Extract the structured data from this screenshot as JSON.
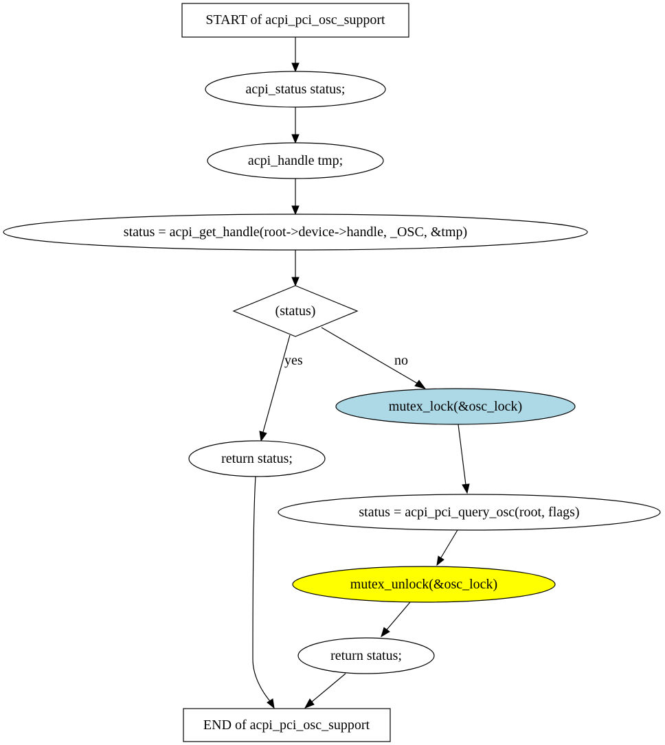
{
  "colors": {
    "background": "#ffffff",
    "stroke": "#000000",
    "default_fill": "#ffffff",
    "lock_fill": "#add8e6",
    "unlock_fill": "#ffff00"
  },
  "nodes": {
    "start": {
      "label": "START of acpi_pci_osc_support",
      "shape": "box"
    },
    "decl_status": {
      "label": "acpi_status status;",
      "shape": "ellipse"
    },
    "decl_tmp": {
      "label": "acpi_handle tmp;",
      "shape": "ellipse"
    },
    "get_handle": {
      "label": "status = acpi_get_handle(root->device->handle, _OSC, &tmp)",
      "shape": "ellipse"
    },
    "cond": {
      "label": "(status)",
      "shape": "diamond"
    },
    "return_early": {
      "label": "return status;",
      "shape": "ellipse"
    },
    "lock": {
      "label": "mutex_lock(&osc_lock)",
      "shape": "ellipse",
      "fill": "#add8e6"
    },
    "query": {
      "label": "status = acpi_pci_query_osc(root, flags)",
      "shape": "ellipse"
    },
    "unlock": {
      "label": "mutex_unlock(&osc_lock)",
      "shape": "ellipse",
      "fill": "#ffff00"
    },
    "return_final": {
      "label": "return status;",
      "shape": "ellipse"
    },
    "end": {
      "label": "END of acpi_pci_osc_support",
      "shape": "box"
    }
  },
  "edges": [
    {
      "from": "start",
      "to": "decl_status",
      "label": ""
    },
    {
      "from": "decl_status",
      "to": "decl_tmp",
      "label": ""
    },
    {
      "from": "decl_tmp",
      "to": "get_handle",
      "label": ""
    },
    {
      "from": "get_handle",
      "to": "cond",
      "label": ""
    },
    {
      "from": "cond",
      "to": "return_early",
      "label": "yes"
    },
    {
      "from": "cond",
      "to": "lock",
      "label": "no"
    },
    {
      "from": "lock",
      "to": "query",
      "label": ""
    },
    {
      "from": "query",
      "to": "unlock",
      "label": ""
    },
    {
      "from": "unlock",
      "to": "return_final",
      "label": ""
    },
    {
      "from": "return_early",
      "to": "end",
      "label": ""
    },
    {
      "from": "return_final",
      "to": "end",
      "label": ""
    }
  ]
}
